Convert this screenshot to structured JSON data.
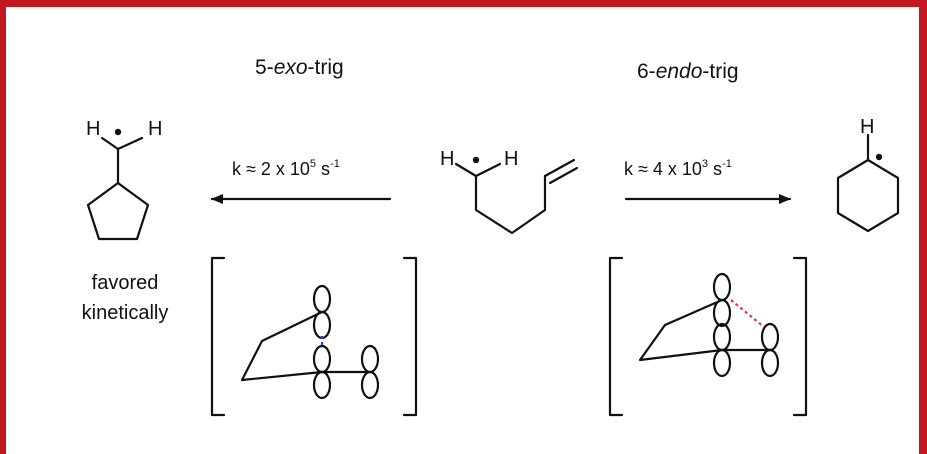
{
  "colors": {
    "border": "#c0181e",
    "ink": "#111111",
    "exo_orbital_overlap": "#2a3fd6",
    "endo_orbital_overlap": "#e0306a"
  },
  "exo": {
    "title": {
      "num": "5-",
      "mode": "exo",
      "suffix": "-trig"
    },
    "rate": {
      "prefix": "k ≈ 2 x 10",
      "exp": "5",
      "unit": " s",
      "unit_exp": "-1"
    },
    "note": {
      "line1": "favored",
      "line2": "kinetically"
    },
    "product_labels": {
      "h_left": "H",
      "h_right": "H"
    }
  },
  "endo": {
    "title": {
      "num": "6-",
      "mode": "endo",
      "suffix": "-trig"
    },
    "rate": {
      "prefix": "k ≈ 4 x 10",
      "exp": "3",
      "unit": " s",
      "unit_exp": "-1"
    },
    "product_labels": {
      "h_top": "H"
    }
  },
  "substrate": {
    "labels": {
      "h_left": "H",
      "h_right": "H"
    }
  }
}
